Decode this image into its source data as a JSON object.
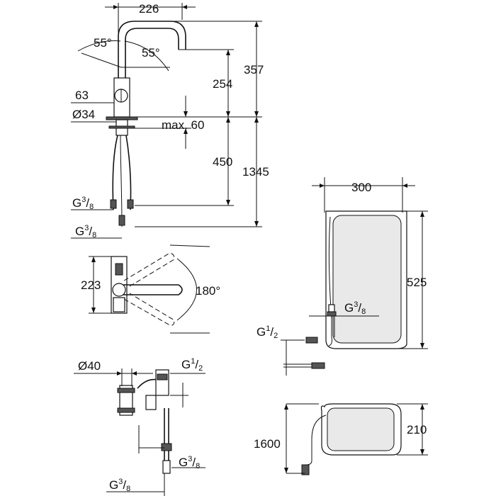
{
  "faucet": {
    "width": "226",
    "angle_left": "55°",
    "angle_right": "55°",
    "height_total": "357",
    "spout_height": "254",
    "handle_size": "63",
    "diameter": "Ø34",
    "max_thickness": "max. 60",
    "hose_length": "450",
    "total_length": "1345",
    "thread_upper_base": "G",
    "thread_upper_frac": "3",
    "thread_upper_den": "8",
    "thread_lower_base": "G",
    "thread_lower_frac": "3",
    "thread_lower_den": "8"
  },
  "top_view": {
    "depth": "223",
    "rotation": "180°"
  },
  "valve": {
    "diameter": "Ø40",
    "thread_top_base": "G",
    "thread_top_num": "1",
    "thread_top_den": "2",
    "thread_mid_base": "G",
    "thread_mid_num": "3",
    "thread_mid_den": "8",
    "thread_bottom_base": "G",
    "thread_bottom_num": "3",
    "thread_bottom_den": "8"
  },
  "boiler": {
    "width": "300",
    "height": "525",
    "thread_outlet_base": "G",
    "thread_outlet_num": "3",
    "thread_outlet_den": "8",
    "thread_inlet_base": "G",
    "thread_inlet_num": "1",
    "thread_inlet_den": "2"
  },
  "boiler_side": {
    "cable_length": "1600",
    "depth": "210"
  }
}
